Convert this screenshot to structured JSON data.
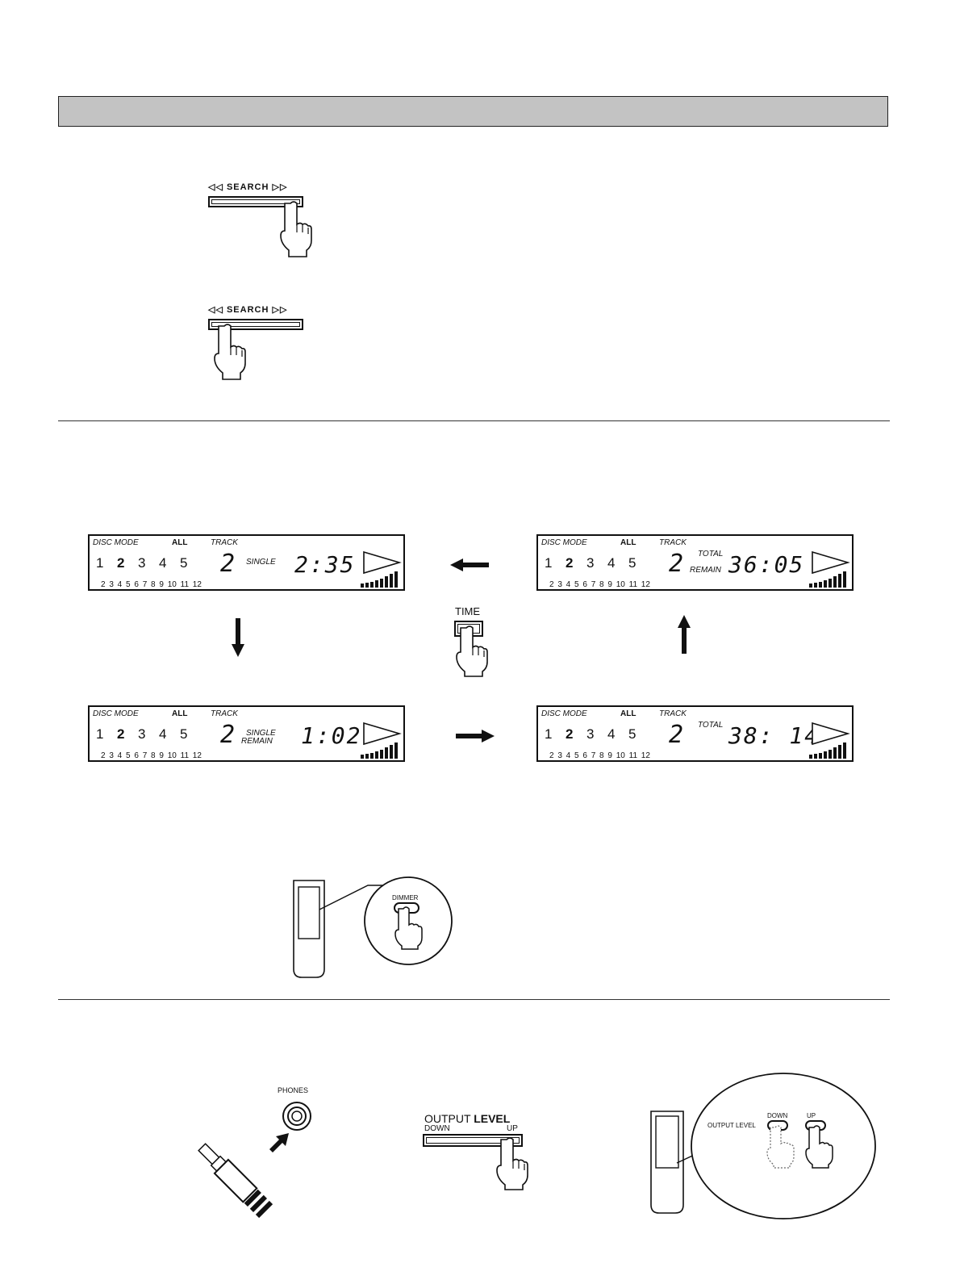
{
  "search_section": {
    "panel_label_1": "◁◁ SEARCH ▷▷",
    "panel_label_2": "◁◁ SEARCH ▷▷"
  },
  "time_section": {
    "time_button_label": "TIME",
    "displays": [
      {
        "disc_mode": "DISC MODE",
        "all": "ALL",
        "track": "TRACK",
        "discs": [
          "1",
          "2",
          "3",
          "4",
          "5"
        ],
        "track_num": "2",
        "mode_1": "SINGLE",
        "mode_2": "",
        "time": "2:35",
        "tracks": "2 3 4 5 6 7 8 9 10 11 12"
      },
      {
        "disc_mode": "DISC MODE",
        "all": "ALL",
        "track": "TRACK",
        "discs": [
          "1",
          "2",
          "3",
          "4",
          "5"
        ],
        "track_num": "2",
        "mode_1": "TOTAL",
        "mode_2": "REMAIN",
        "time": "36:05",
        "tracks": "2 3 4 5 6 7 8 9 10 11 12"
      },
      {
        "disc_mode": "DISC MODE",
        "all": "ALL",
        "track": "TRACK",
        "discs": [
          "1",
          "2",
          "3",
          "4",
          "5"
        ],
        "track_num": "2",
        "mode_1": "SINGLE",
        "mode_2": "REMAIN",
        "time": "1:02",
        "tracks": "2 3 4 5 6 7 8 9 10 11 12"
      },
      {
        "disc_mode": "DISC MODE",
        "all": "ALL",
        "track": "TRACK",
        "discs": [
          "1",
          "2",
          "3",
          "4",
          "5"
        ],
        "track_num": "2",
        "mode_1": "TOTAL",
        "mode_2": "",
        "time": "38: 14",
        "tracks": "2 3 4 5 6 7 8 9 10 11 12"
      }
    ],
    "dimmer_label": "DIMMER"
  },
  "output_section": {
    "phones_label": "PHONES",
    "output_level_title": "OUTPUT LEVEL",
    "output_level_prefix": "OUTPUT ",
    "output_level_suffix": "LEVEL",
    "down_label": "DOWN",
    "up_label": "UP",
    "remote_output_level": "OUTPUT LEVEL",
    "remote_down": "DOWN",
    "remote_up": "UP"
  }
}
